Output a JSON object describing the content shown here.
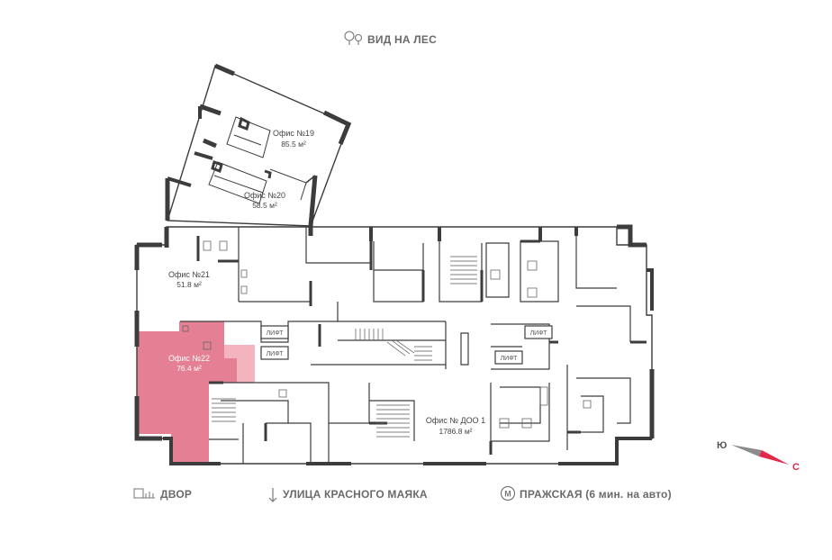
{
  "orientation": {
    "top_label": "ВИД НА ЛЕС",
    "bottom_left_label": "ДВОР",
    "bottom_center_label": "УЛИЦА КРАСНОГО МАЯКА",
    "bottom_right_label": "ПРАЖСКАЯ (6 мин. на авто)",
    "metro_letter": "М",
    "compass_south": "Ю",
    "compass_north": "С"
  },
  "rooms": [
    {
      "name": "Офис №19",
      "area": "85.5 м²"
    },
    {
      "name": "Офис №20",
      "area": "58.5 м²"
    },
    {
      "name": "Офис №21",
      "area": "51.8 м²"
    },
    {
      "name": "Офис №22",
      "area": "76.4 м²"
    },
    {
      "name": "Офис № ДОО 1",
      "area": "1786.8 м²"
    }
  ],
  "lifts": [
    "ЛИФТ",
    "ЛИФТ",
    "ЛИФТ",
    "ЛИФТ"
  ],
  "colors": {
    "selected_fill": "#e57f93",
    "selected_light": "#f3b3bf",
    "wall": "#3c3c3c",
    "thin_line": "#8a8a8a",
    "compass_red": "#e3294b",
    "compass_gray": "#8c8c8c"
  }
}
